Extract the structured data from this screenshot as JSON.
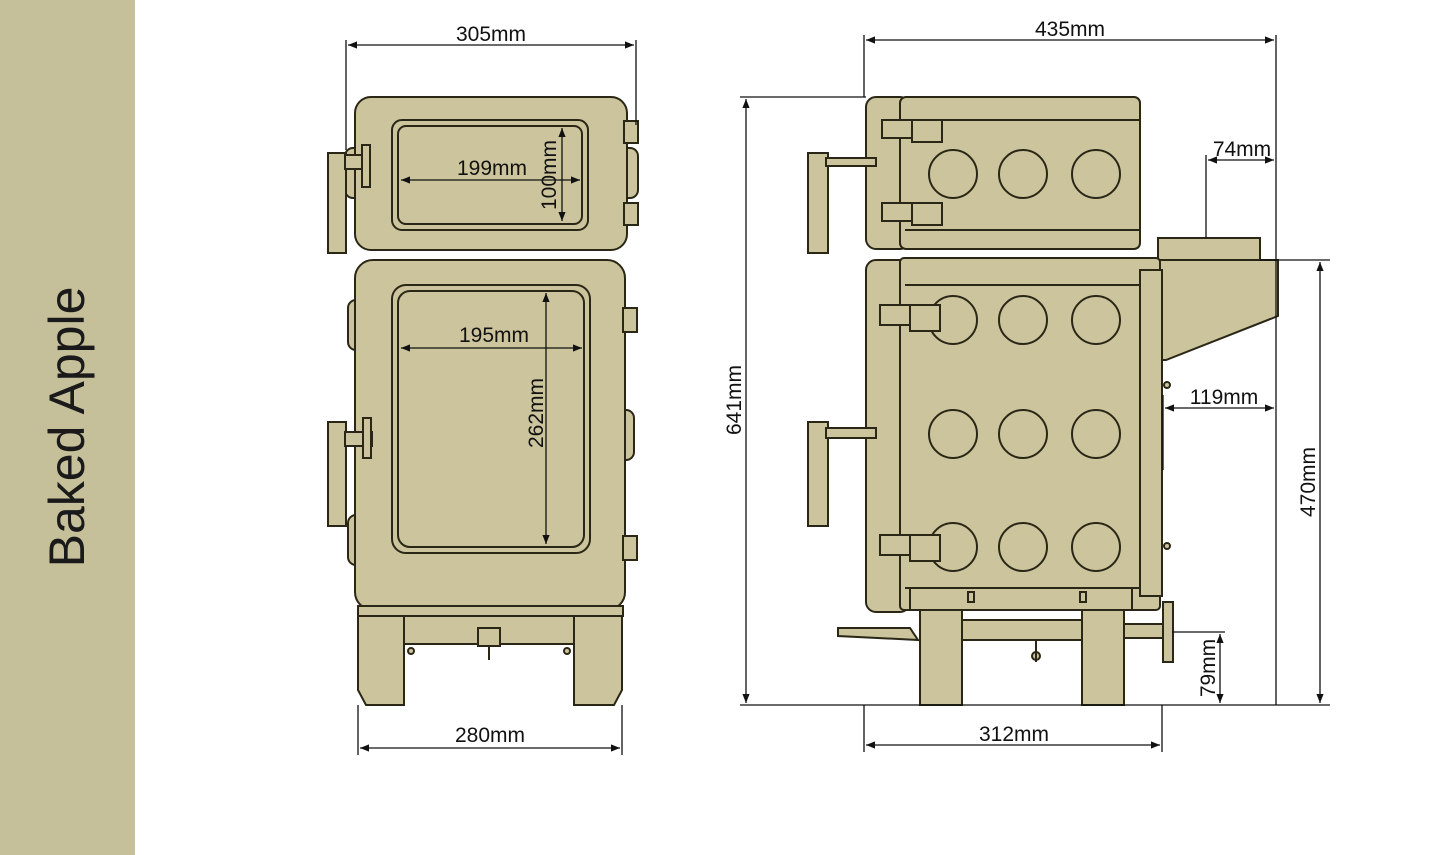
{
  "product": {
    "name": "Baked Apple"
  },
  "colors": {
    "sidebar": "#c6c09a",
    "stove_fill": "#cbc49c",
    "stove_line": "#2b2716",
    "sidebar_bottom_strip": "#b8c8c8"
  },
  "front_view": {
    "overall_width": "305mm",
    "upper_window_width": "199mm",
    "upper_window_height": "100mm",
    "lower_window_width": "195mm",
    "lower_window_height": "262mm",
    "base_width": "280mm"
  },
  "side_view": {
    "overall_depth": "435mm",
    "overall_height": "641mm",
    "flue_offset": "74mm",
    "flue_outlet": "119mm",
    "flue_height": "470mm",
    "leg_height": "79mm",
    "base_depth": "312mm"
  }
}
